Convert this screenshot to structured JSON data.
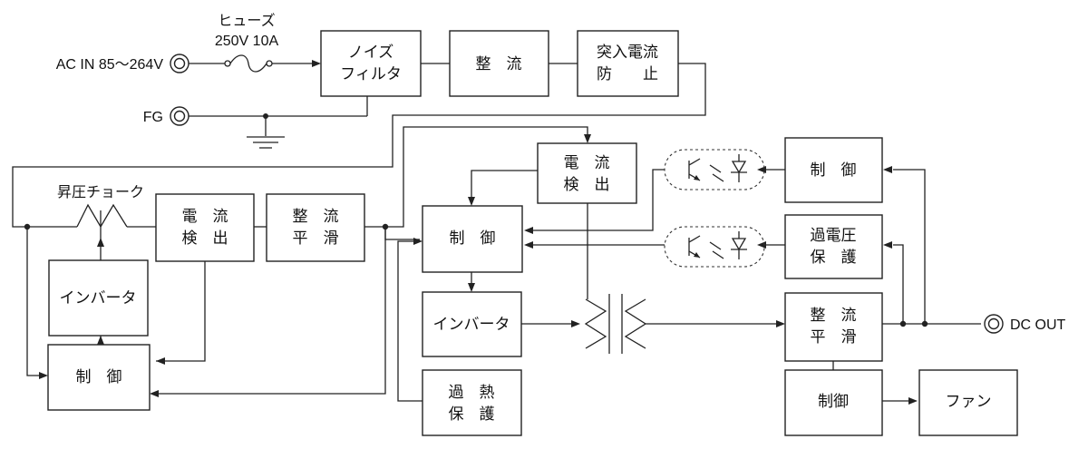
{
  "terminals": {
    "ac_in": "AC IN 85〜264V",
    "fg": "FG",
    "dc_out": "DC OUT"
  },
  "fuse": {
    "name": "ヒューズ",
    "rating": "250V 10A"
  },
  "boost_choke": "昇圧チョーク",
  "blocks": {
    "noise_filter": [
      "ノイズ",
      "フィルタ"
    ],
    "rectify_top": [
      "整　流"
    ],
    "inrush": [
      "突入電流",
      "防　　止"
    ],
    "current_detect_left": [
      "電　流",
      "検　出"
    ],
    "smooth_left": [
      "整　流",
      "平　滑"
    ],
    "inverter_left": [
      "インバータ"
    ],
    "control_left": [
      "制　御"
    ],
    "current_detect_mid": [
      "電　流",
      "検　出"
    ],
    "control_mid": [
      "制　御"
    ],
    "inverter_mid": [
      "インバータ"
    ],
    "overheat": [
      "過　熱",
      "保　護"
    ],
    "control_right": [
      "制　御"
    ],
    "overvoltage": [
      "過電圧",
      "保　護"
    ],
    "smooth_right": [
      "整　流",
      "平　滑"
    ],
    "control_fan": [
      "制御"
    ],
    "fan": [
      "ファン"
    ]
  }
}
